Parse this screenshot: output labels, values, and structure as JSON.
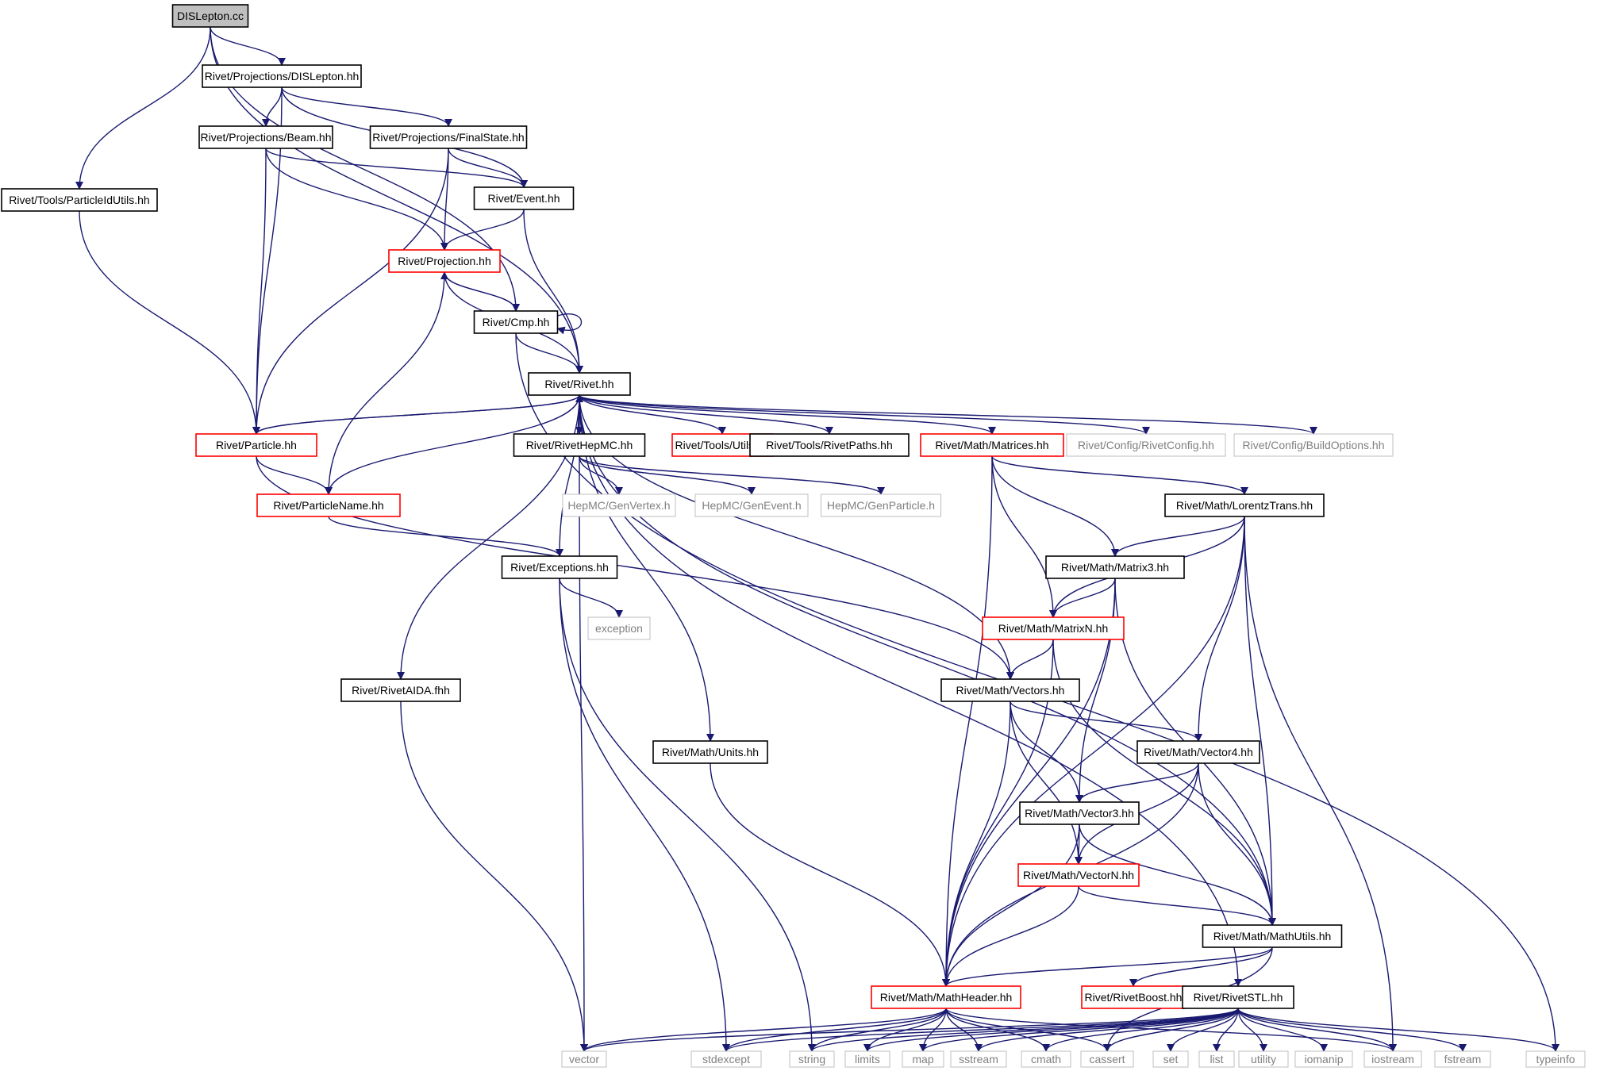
{
  "nodes": [
    {
      "id": "dislepton_cc",
      "label": "DISLepton.cc",
      "style": "root"
    },
    {
      "id": "proj_dislepton",
      "label": "Rivet/Projections/DISLepton.hh",
      "style": "black"
    },
    {
      "id": "particleidutils",
      "label": "Rivet/Tools/ParticleIdUtils.hh",
      "style": "black"
    },
    {
      "id": "proj_beam",
      "label": "Rivet/Projections/Beam.hh",
      "style": "black"
    },
    {
      "id": "proj_finalstate",
      "label": "Rivet/Projections/FinalState.hh",
      "style": "black"
    },
    {
      "id": "event",
      "label": "Rivet/Event.hh",
      "style": "black"
    },
    {
      "id": "projection",
      "label": "Rivet/Projection.hh",
      "style": "red"
    },
    {
      "id": "cmp",
      "label": "Rivet/Cmp.hh",
      "style": "black"
    },
    {
      "id": "rivet",
      "label": "Rivet/Rivet.hh",
      "style": "black"
    },
    {
      "id": "particle",
      "label": "Rivet/Particle.hh",
      "style": "red"
    },
    {
      "id": "particlename",
      "label": "Rivet/ParticleName.hh",
      "style": "red"
    },
    {
      "id": "rivethepmc",
      "label": "Rivet/RivetHepMC.hh",
      "style": "black"
    },
    {
      "id": "tools_utils",
      "label": "Rivet/Tools/Utils.hh",
      "style": "red"
    },
    {
      "id": "tools_rivetpaths",
      "label": "Rivet/Tools/RivetPaths.hh",
      "style": "black"
    },
    {
      "id": "math_matrices",
      "label": "Rivet/Math/Matrices.hh",
      "style": "red"
    },
    {
      "id": "rivetconfig",
      "label": "Rivet/Config/RivetConfig.hh",
      "style": "gray"
    },
    {
      "id": "buildoptions",
      "label": "Rivet/Config/BuildOptions.hh",
      "style": "gray"
    },
    {
      "id": "genvertex",
      "label": "HepMC/GenVertex.h",
      "style": "gray"
    },
    {
      "id": "genevent",
      "label": "HepMC/GenEvent.h",
      "style": "gray"
    },
    {
      "id": "genparticle",
      "label": "HepMC/GenParticle.h",
      "style": "gray"
    },
    {
      "id": "lorentztrans",
      "label": "Rivet/Math/LorentzTrans.hh",
      "style": "black"
    },
    {
      "id": "exceptions",
      "label": "Rivet/Exceptions.hh",
      "style": "black"
    },
    {
      "id": "matrix3",
      "label": "Rivet/Math/Matrix3.hh",
      "style": "black"
    },
    {
      "id": "exception",
      "label": "exception",
      "style": "gray"
    },
    {
      "id": "matrixn",
      "label": "Rivet/Math/MatrixN.hh",
      "style": "red"
    },
    {
      "id": "rivetaida",
      "label": "Rivet/RivetAIDA.fhh",
      "style": "black"
    },
    {
      "id": "vectors",
      "label": "Rivet/Math/Vectors.hh",
      "style": "black"
    },
    {
      "id": "units",
      "label": "Rivet/Math/Units.hh",
      "style": "black"
    },
    {
      "id": "vector4",
      "label": "Rivet/Math/Vector4.hh",
      "style": "black"
    },
    {
      "id": "vector3",
      "label": "Rivet/Math/Vector3.hh",
      "style": "black"
    },
    {
      "id": "vectorn",
      "label": "Rivet/Math/VectorN.hh",
      "style": "red"
    },
    {
      "id": "mathutils",
      "label": "Rivet/Math/MathUtils.hh",
      "style": "black"
    },
    {
      "id": "mathheader",
      "label": "Rivet/Math/MathHeader.hh",
      "style": "red"
    },
    {
      "id": "rivetboost",
      "label": "Rivet/RivetBoost.hh",
      "style": "red"
    },
    {
      "id": "rivetstl",
      "label": "Rivet/RivetSTL.hh",
      "style": "black"
    },
    {
      "id": "vector",
      "label": "vector",
      "style": "gray"
    },
    {
      "id": "stdexcept",
      "label": "stdexcept",
      "style": "gray"
    },
    {
      "id": "string",
      "label": "string",
      "style": "gray"
    },
    {
      "id": "limits",
      "label": "limits",
      "style": "gray"
    },
    {
      "id": "map",
      "label": "map",
      "style": "gray"
    },
    {
      "id": "sstream",
      "label": "sstream",
      "style": "gray"
    },
    {
      "id": "cmath",
      "label": "cmath",
      "style": "gray"
    },
    {
      "id": "cassert",
      "label": "cassert",
      "style": "gray"
    },
    {
      "id": "set",
      "label": "set",
      "style": "gray"
    },
    {
      "id": "list",
      "label": "list",
      "style": "gray"
    },
    {
      "id": "utility",
      "label": "utility",
      "style": "gray"
    },
    {
      "id": "iomanip",
      "label": "iomanip",
      "style": "gray"
    },
    {
      "id": "iostream",
      "label": "iostream",
      "style": "gray"
    },
    {
      "id": "fstream",
      "label": "fstream",
      "style": "gray"
    },
    {
      "id": "typeinfo",
      "label": "typeinfo",
      "style": "gray"
    }
  ],
  "edges": [
    [
      "dislepton_cc",
      "proj_dislepton"
    ],
    [
      "dislepton_cc",
      "particleidutils"
    ],
    [
      "dislepton_cc",
      "rivet"
    ],
    [
      "dislepton_cc",
      "cmp"
    ],
    [
      "proj_dislepton",
      "proj_beam"
    ],
    [
      "proj_dislepton",
      "proj_finalstate"
    ],
    [
      "proj_dislepton",
      "event"
    ],
    [
      "proj_dislepton",
      "particle"
    ],
    [
      "particleidutils",
      "particle"
    ],
    [
      "proj_beam",
      "event"
    ],
    [
      "proj_beam",
      "projection"
    ],
    [
      "proj_beam",
      "particle"
    ],
    [
      "proj_finalstate",
      "event"
    ],
    [
      "proj_finalstate",
      "projection"
    ],
    [
      "proj_finalstate",
      "particle"
    ],
    [
      "event",
      "projection"
    ],
    [
      "event",
      "rivet"
    ],
    [
      "projection",
      "cmp"
    ],
    [
      "projection",
      "rivet"
    ],
    [
      "projection",
      "particlename"
    ],
    [
      "cmp",
      "projection"
    ],
    [
      "cmp",
      "cmp"
    ],
    [
      "cmp",
      "rivet"
    ],
    [
      "cmp",
      "typeinfo"
    ],
    [
      "rivet",
      "particle"
    ],
    [
      "rivet",
      "particlename"
    ],
    [
      "rivet",
      "rivethepmc"
    ],
    [
      "rivet",
      "tools_utils"
    ],
    [
      "rivet",
      "tools_rivetpaths"
    ],
    [
      "rivet",
      "math_matrices"
    ],
    [
      "rivet",
      "rivetconfig"
    ],
    [
      "rivet",
      "buildoptions"
    ],
    [
      "rivet",
      "exceptions"
    ],
    [
      "rivet",
      "rivetaida"
    ],
    [
      "rivet",
      "units"
    ],
    [
      "rivet",
      "vectors"
    ],
    [
      "rivet",
      "mathutils"
    ],
    [
      "rivet",
      "rivetstl"
    ],
    [
      "particle",
      "rivet"
    ],
    [
      "particle",
      "particlename"
    ],
    [
      "particle",
      "vectors"
    ],
    [
      "particlename",
      "exceptions"
    ],
    [
      "rivethepmc",
      "genvertex"
    ],
    [
      "rivethepmc",
      "genevent"
    ],
    [
      "rivethepmc",
      "genparticle"
    ],
    [
      "rivethepmc",
      "vector"
    ],
    [
      "math_matrices",
      "lorentztrans"
    ],
    [
      "math_matrices",
      "matrix3"
    ],
    [
      "math_matrices",
      "matrixn"
    ],
    [
      "math_matrices",
      "mathheader"
    ],
    [
      "lorentztrans",
      "matrix3"
    ],
    [
      "lorentztrans",
      "matrixn"
    ],
    [
      "lorentztrans",
      "vector4"
    ],
    [
      "lorentztrans",
      "mathutils"
    ],
    [
      "lorentztrans",
      "mathheader"
    ],
    [
      "lorentztrans",
      "iostream"
    ],
    [
      "exceptions",
      "exception"
    ],
    [
      "exceptions",
      "stdexcept"
    ],
    [
      "exceptions",
      "string"
    ],
    [
      "matrix3",
      "matrixn"
    ],
    [
      "matrix3",
      "vector3"
    ],
    [
      "matrix3",
      "mathutils"
    ],
    [
      "matrix3",
      "mathheader"
    ],
    [
      "matrixn",
      "vectors"
    ],
    [
      "matrixn",
      "mathheader"
    ],
    [
      "matrixn",
      "mathutils"
    ],
    [
      "rivetaida",
      "vector"
    ],
    [
      "vectors",
      "vector4"
    ],
    [
      "vectors",
      "vector3"
    ],
    [
      "vectors",
      "vectorn"
    ],
    [
      "vectors",
      "mathheader"
    ],
    [
      "units",
      "mathheader"
    ],
    [
      "vector4",
      "vector3"
    ],
    [
      "vector4",
      "vectorn"
    ],
    [
      "vector4",
      "mathutils"
    ],
    [
      "vector4",
      "mathheader"
    ],
    [
      "vector3",
      "vectorn"
    ],
    [
      "vector3",
      "mathutils"
    ],
    [
      "vector3",
      "mathheader"
    ],
    [
      "vectorn",
      "mathutils"
    ],
    [
      "vectorn",
      "mathheader"
    ],
    [
      "mathutils",
      "mathheader"
    ],
    [
      "mathutils",
      "rivetboost"
    ],
    [
      "mathutils",
      "cassert"
    ],
    [
      "mathheader",
      "vector"
    ],
    [
      "mathheader",
      "stdexcept"
    ],
    [
      "mathheader",
      "string"
    ],
    [
      "mathheader",
      "limits"
    ],
    [
      "mathheader",
      "map"
    ],
    [
      "mathheader",
      "sstream"
    ],
    [
      "mathheader",
      "cmath"
    ],
    [
      "mathheader",
      "cassert"
    ],
    [
      "mathheader",
      "iostream"
    ],
    [
      "rivetstl",
      "vector"
    ],
    [
      "rivetstl",
      "stdexcept"
    ],
    [
      "rivetstl",
      "string"
    ],
    [
      "rivetstl",
      "limits"
    ],
    [
      "rivetstl",
      "map"
    ],
    [
      "rivetstl",
      "sstream"
    ],
    [
      "rivetstl",
      "cmath"
    ],
    [
      "rivetstl",
      "cassert"
    ],
    [
      "rivetstl",
      "set"
    ],
    [
      "rivetstl",
      "list"
    ],
    [
      "rivetstl",
      "utility"
    ],
    [
      "rivetstl",
      "iomanip"
    ],
    [
      "rivetstl",
      "iostream"
    ],
    [
      "rivetstl",
      "fstream"
    ],
    [
      "rivetstl",
      "typeinfo"
    ]
  ],
  "colors": {
    "edge": "#191970",
    "border_black": "#000000",
    "border_red": "#ff0000",
    "border_gray": "#bfbfbf",
    "root_fill": "#bfbfbf",
    "text_default": "#000000",
    "text_gray": "#808080"
  }
}
